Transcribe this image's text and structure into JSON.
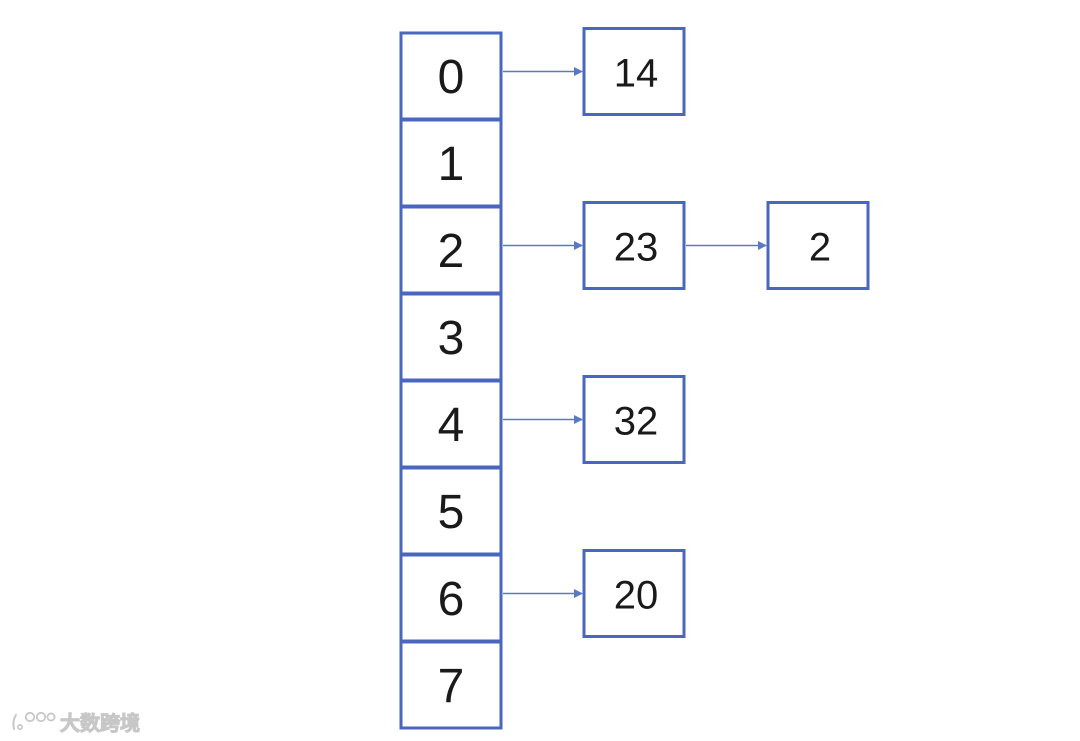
{
  "colors": {
    "stroke": "#4a66bf",
    "arrow": "#5a78c8",
    "text": "#1a1a1a"
  },
  "buckets": [
    "0",
    "1",
    "2",
    "3",
    "4",
    "5",
    "6",
    "7"
  ],
  "chains": [
    {
      "bucket": "0",
      "nodes": [
        "14"
      ]
    },
    {
      "bucket": "2",
      "nodes": [
        "23",
        "2"
      ]
    },
    {
      "bucket": "4",
      "nodes": [
        "32"
      ]
    },
    {
      "bucket": "6",
      "nodes": [
        "20"
      ]
    }
  ],
  "watermark": {
    "icon": "watermark-logo-icon",
    "text": "大数跨境"
  }
}
